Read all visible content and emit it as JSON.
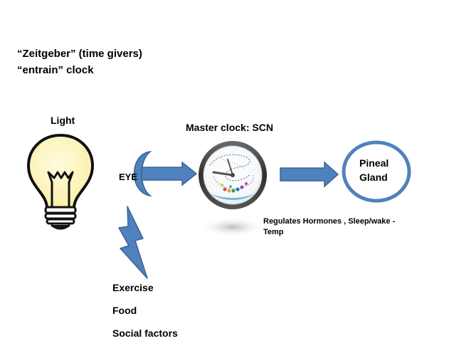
{
  "zeitgeber": {
    "line1": "“Zeitgeber” (time givers)",
    "line2": "“entrain” clock"
  },
  "light": {
    "label": "Light"
  },
  "eye": {
    "label": "EYE"
  },
  "scn": {
    "label": "Master clock: SCN"
  },
  "pineal": {
    "line1": "Pineal",
    "line2": "Gland"
  },
  "regulates": {
    "line1": "Regulates Hormones ,  Sleep/wake -",
    "line2": "Temp"
  },
  "factors": [
    "Exercise",
    "Food",
    "Social factors"
  ],
  "colors": {
    "arrow_fill": "#4f81bd",
    "arrow_stroke": "#3a6496",
    "bulb_fill": "#fdf6c3",
    "pineal_ring": "#4f81bd"
  }
}
